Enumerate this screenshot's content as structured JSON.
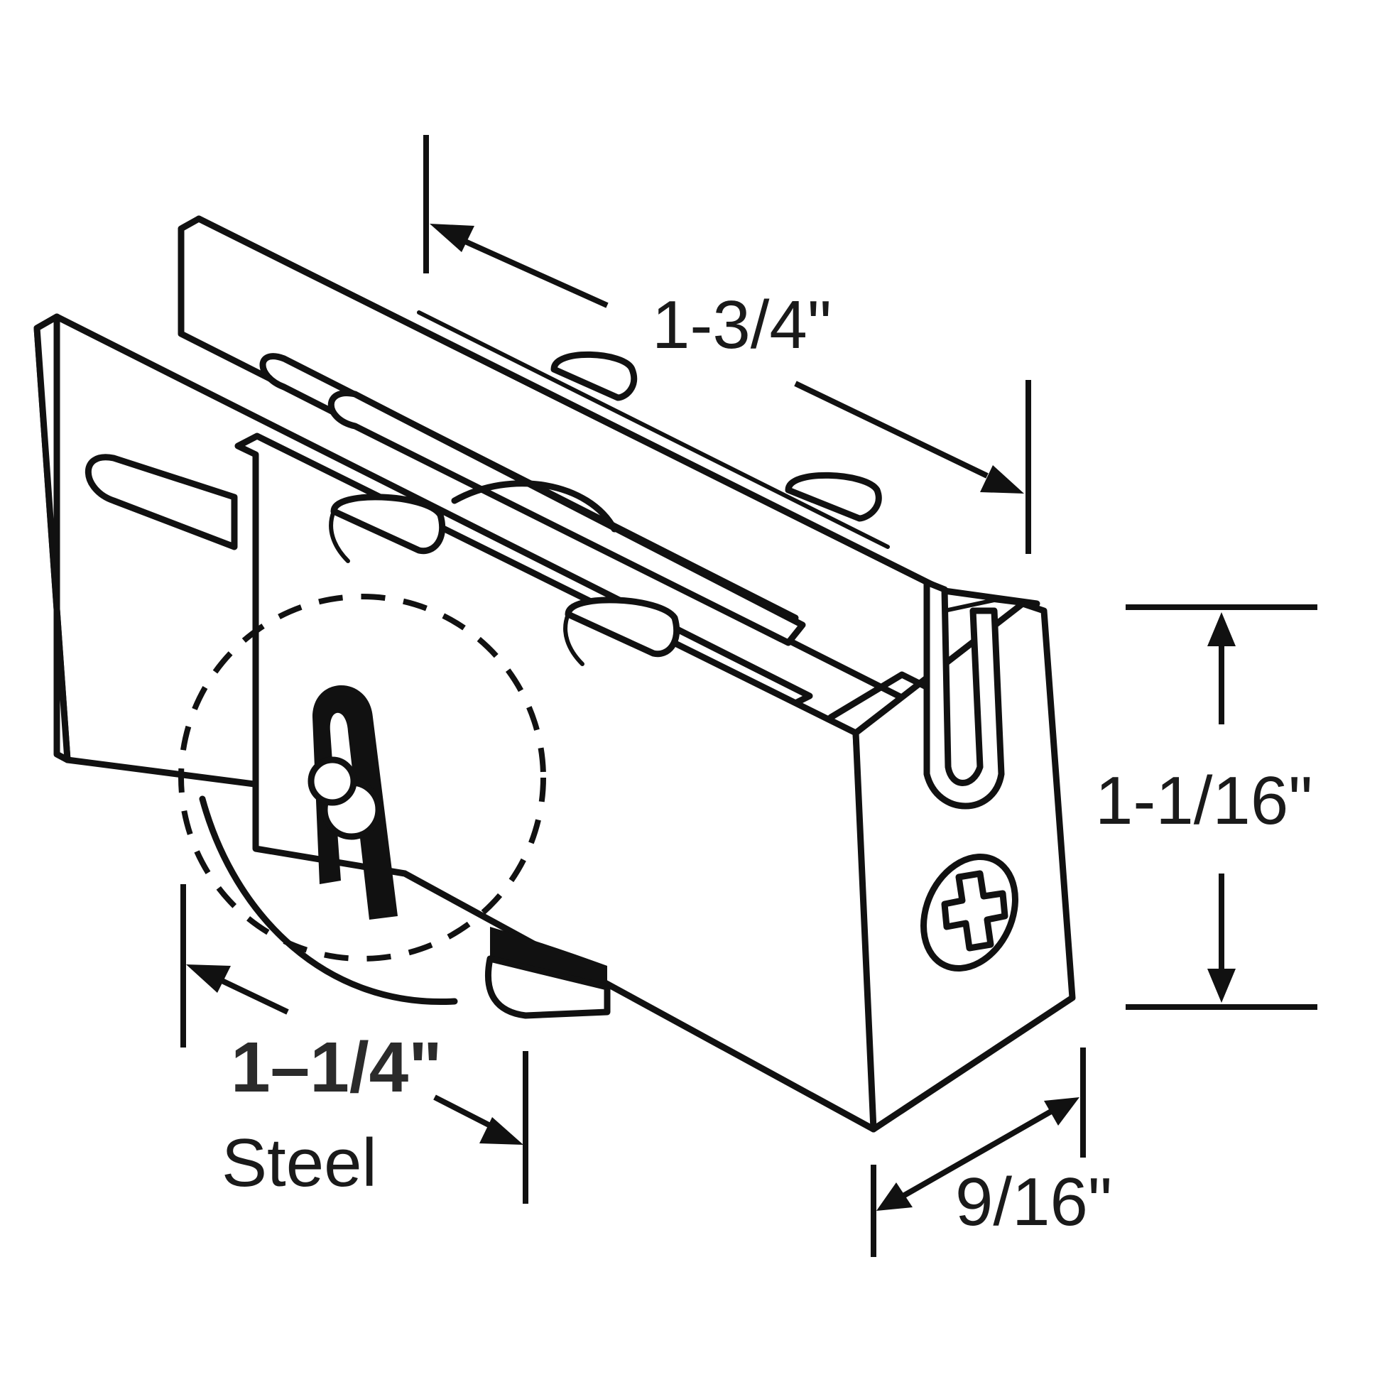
{
  "diagram": {
    "subject": "Sliding door roller assembly",
    "labels": {
      "length": "1-3/4\"",
      "height": "1-1/16\"",
      "wheel_diameter": "1–1/4\"",
      "wheel_material": "Steel",
      "width": "9/16\""
    },
    "colors": {
      "line": "#111111",
      "background": "#ffffff"
    }
  }
}
